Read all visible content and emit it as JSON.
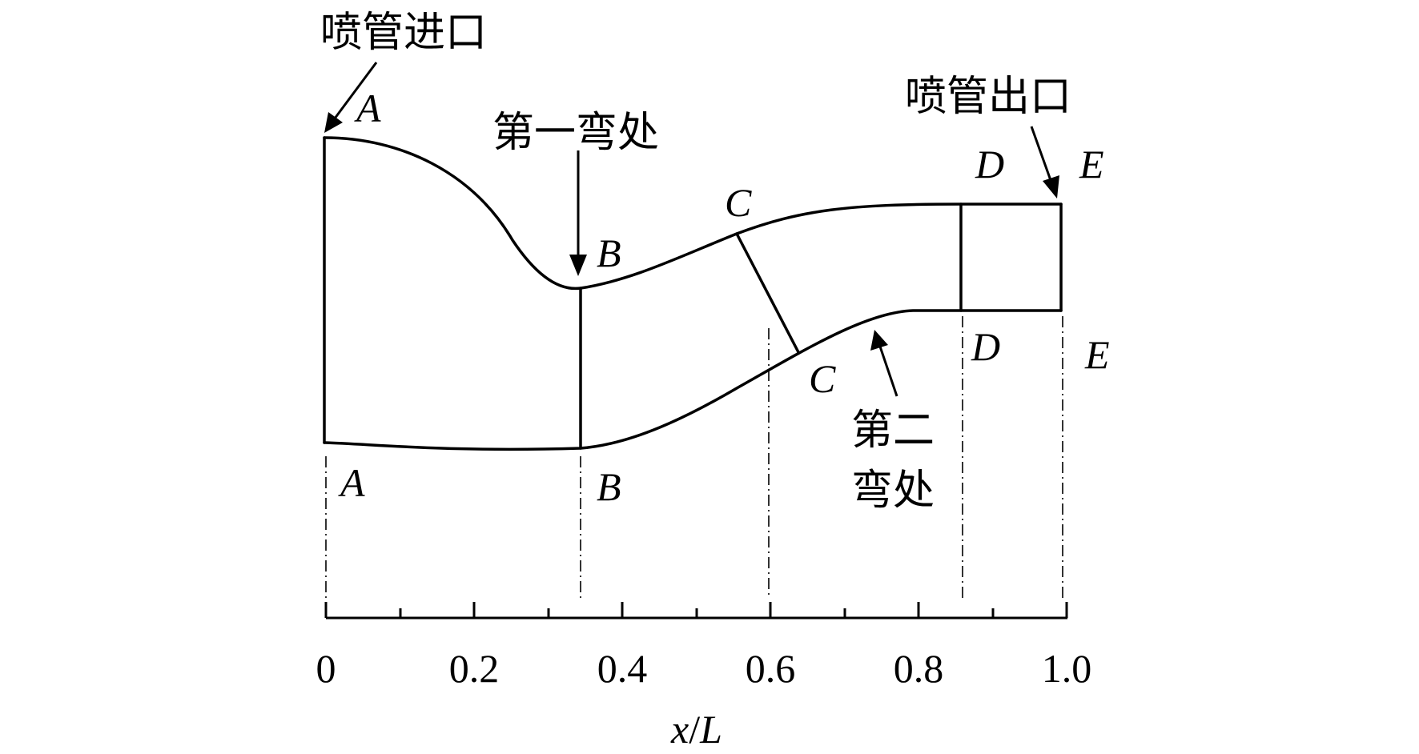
{
  "annotations": {
    "inlet": "喷管进口",
    "outlet": "喷管出口",
    "first_bend": "第一弯处",
    "second_bend_line1": "第二",
    "second_bend_line2": "弯处"
  },
  "points": {
    "A_top": "A",
    "A_bottom": "A",
    "B_top": "B",
    "B_bottom": "B",
    "C_top": "C",
    "C_bottom": "C",
    "D_top": "D",
    "D_bottom": "D",
    "E_top": "E",
    "E_bottom": "E"
  },
  "axis": {
    "ticks": [
      "0",
      "0.2",
      "0.4",
      "0.6",
      "0.8",
      "1.0"
    ],
    "title_var": "x",
    "title_sep": "/",
    "title_ref": "L"
  },
  "stations_x_over_L": {
    "A": 0.0,
    "B": 0.34,
    "C": 0.6,
    "D": 0.86,
    "E": 1.0
  }
}
